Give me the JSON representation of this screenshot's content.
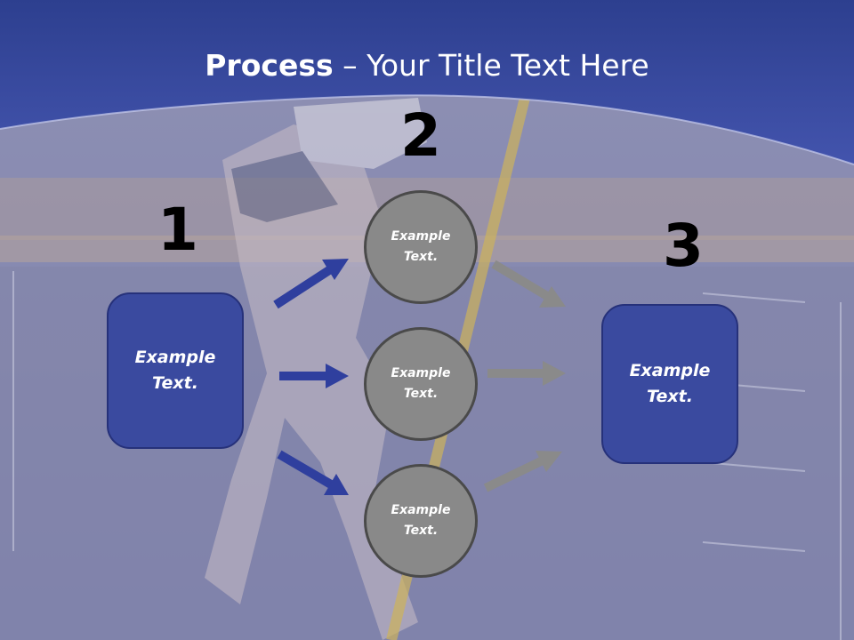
{
  "title": {
    "bold": "Process",
    "rest": " – Your Title Text Here"
  },
  "steps": {
    "one": "1",
    "two": "2",
    "three": "3"
  },
  "left_box": {
    "text": "Example Text."
  },
  "right_box": {
    "text": "Example Text."
  },
  "circles": [
    {
      "text": "Example Text."
    },
    {
      "text": "Example Text."
    },
    {
      "text": "Example Text."
    }
  ],
  "colors": {
    "header": "#3a4fa6",
    "box": "#3a4a9f",
    "circle": "#898989",
    "arrow_blue": "#2f3f9e",
    "arrow_gray": "#8a8a8a"
  }
}
